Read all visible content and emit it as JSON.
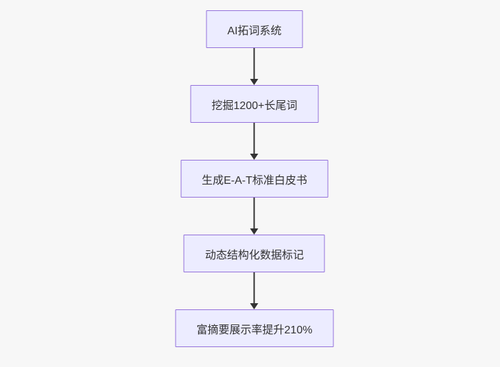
{
  "diagram": {
    "type": "flowchart",
    "direction": "top-down",
    "nodes": [
      {
        "id": "A",
        "label": "AI拓词系统"
      },
      {
        "id": "B",
        "label": "挖掘1200+长尾词"
      },
      {
        "id": "C",
        "label": "生成E-A-T标准白皮书"
      },
      {
        "id": "D",
        "label": "动态结构化数据标记"
      },
      {
        "id": "E",
        "label": "富摘要展示率提升210%"
      }
    ],
    "edges": [
      {
        "from": "A",
        "to": "B"
      },
      {
        "from": "B",
        "to": "C"
      },
      {
        "from": "C",
        "to": "D"
      },
      {
        "from": "D",
        "to": "E"
      }
    ],
    "colors": {
      "background": "#f7f7f7",
      "node_fill": "#ECECFF",
      "node_border": "#9370DB",
      "text": "#333333",
      "arrow": "#333333"
    }
  }
}
